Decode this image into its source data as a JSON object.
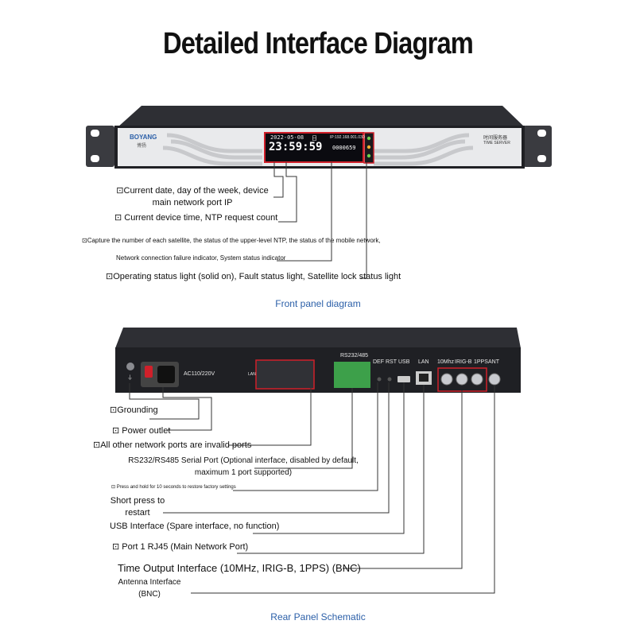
{
  "title": "Detailed Interface Diagram",
  "front": {
    "brand": "BOYANG",
    "brand_sub": "博扬",
    "model_title": "时间服务器",
    "model_sub": "TIME SERVER",
    "date": "2022-05-08",
    "weekday": "日",
    "ip": "IP:192.168.001.030",
    "time": "23:59:59",
    "count": "0000659",
    "caption": "Front panel diagram",
    "labels": [
      "⊡Current date, day of the week, device main network port IP",
      "⊡ Current device time, NTP request count",
      "⊡Capture the number of each satellite, the status of the upper-level NTP, the status of the mobile network,",
      "Network connection failure indicator, System status indicator",
      "⊡Operating status light (solid on), Fault status light, Satellite lock status light"
    ]
  },
  "rear": {
    "power_label": "AC110/220V",
    "lan_small": "LAN",
    "rs_label": "RS232/485",
    "def": "DEF",
    "rst": "RST",
    "usb": "USB",
    "lan": "LAN",
    "tenmhz": "10Mhz",
    "irigb": "IRIG-B",
    "pps": "1PPS",
    "ant": "ANT",
    "caption": "Rear Panel Schematic",
    "labels": [
      "⊡Grounding",
      "⊡ Power outlet",
      "⊡All other network ports are invalid ports",
      "RS232/RS485 Serial Port (Optional interface, disabled by default, maximum 1 port supported)",
      "⊡ Press and hold for 10 seconds to restore factory settings",
      "Short press to restart",
      "USB Interface (Spare interface, no function)",
      "⊡ Port 1 RJ45 (Main Network Port)",
      "Time Output Interface (10MHz, IRIG-B, 1PPS) (BNC)",
      "Antenna Interface (BNC)"
    ]
  },
  "colors": {
    "caption": "#2b5fa8",
    "highlight": "#d0202a",
    "display": "#0b0b10"
  }
}
